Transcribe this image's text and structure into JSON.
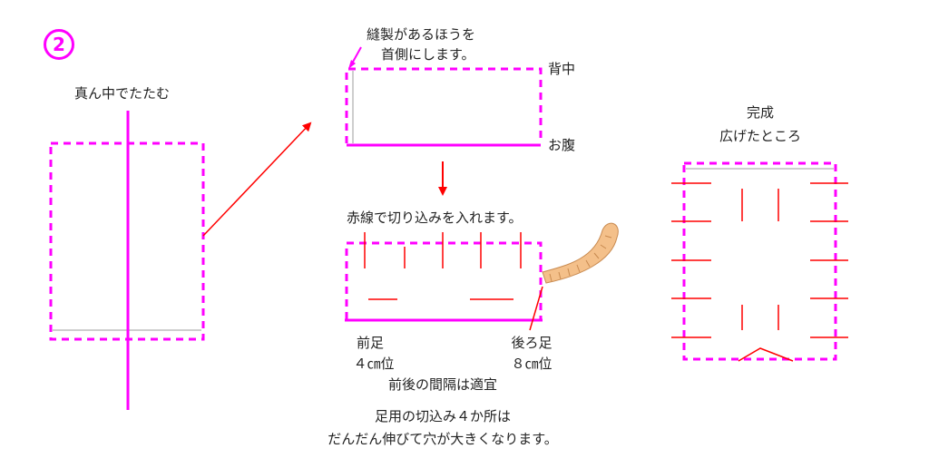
{
  "step_number": "2",
  "labels": {
    "fold_center": "真ん中でたたむ",
    "seam_note_1": "縫製があるほうを",
    "seam_note_2": "首側にします。",
    "back": "背中",
    "belly": "お腹",
    "cut_note": "赤線で切り込みを入れます。",
    "front_leg_1": "前足",
    "front_leg_2": "４㎝位",
    "hind_leg_1": "後ろ足",
    "hind_leg_2": "８㎝位",
    "spacing": "前後の間隔は適宜",
    "legs_note_1": "足用の切込み４か所は",
    "legs_note_2": "だんだん伸びて穴が大きくなります。",
    "done_1": "完成",
    "done_2": "広げたところ"
  },
  "colors": {
    "outline": "#ff00ff",
    "cut": "#ff0000",
    "tail": "#f4c08a",
    "tail_stroke": "#c88a50",
    "seam": "#bdbdbd"
  }
}
